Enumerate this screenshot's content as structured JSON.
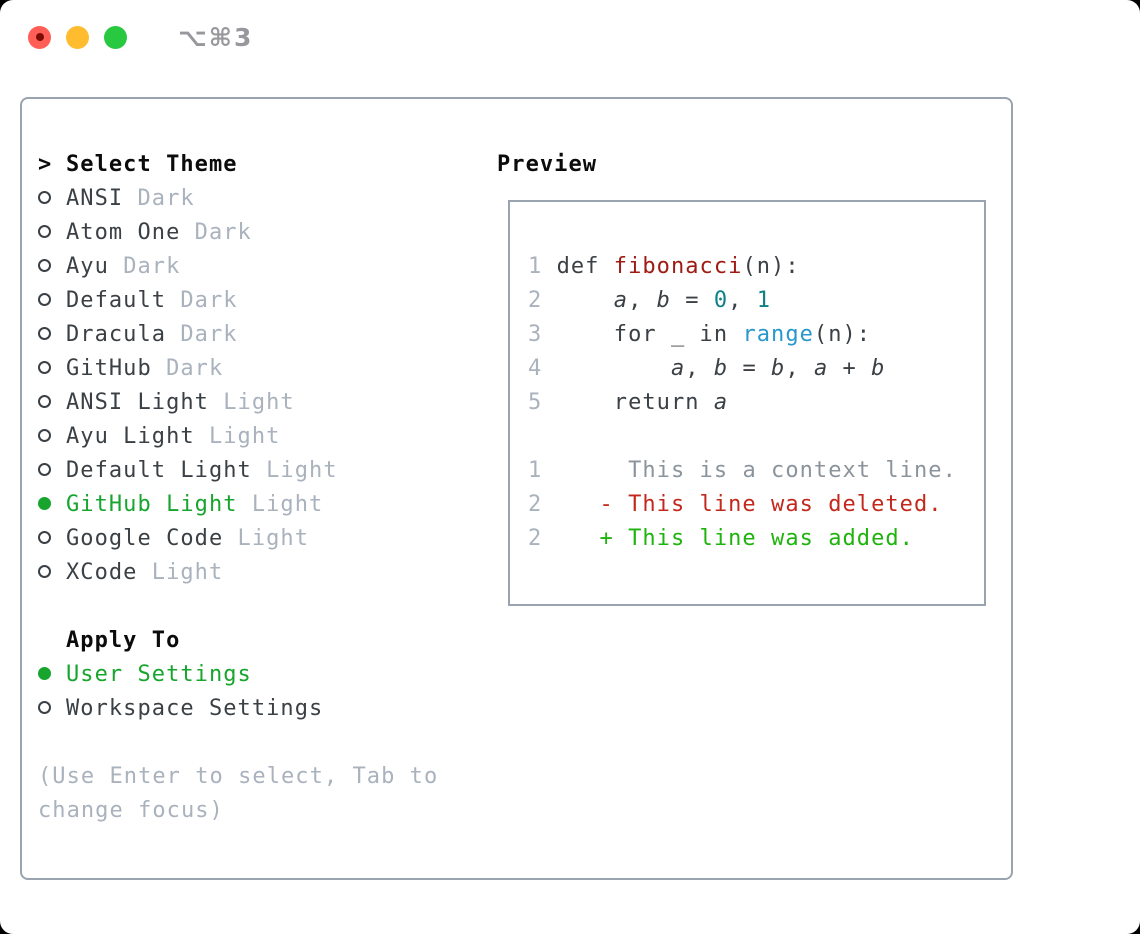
{
  "titlebar": {
    "shortcut": "⌥⌘3",
    "icons": [
      "close-traffic-light",
      "minimize-traffic-light",
      "zoom-traffic-light"
    ]
  },
  "theme_menu": {
    "prompt": ">",
    "header": "Select Theme",
    "items": [
      {
        "label": "ANSI",
        "tag": "Dark",
        "selected": false
      },
      {
        "label": "Atom One",
        "tag": "Dark",
        "selected": false
      },
      {
        "label": "Ayu",
        "tag": "Dark",
        "selected": false
      },
      {
        "label": "Default",
        "tag": "Dark",
        "selected": false
      },
      {
        "label": "Dracula",
        "tag": "Dark",
        "selected": false
      },
      {
        "label": "GitHub",
        "tag": "Dark",
        "selected": false
      },
      {
        "label": "ANSI Light",
        "tag": "Light",
        "selected": false
      },
      {
        "label": "Ayu Light",
        "tag": "Light",
        "selected": false
      },
      {
        "label": "Default Light",
        "tag": "Light",
        "selected": false
      },
      {
        "label": "GitHub Light",
        "tag": "Light",
        "selected": true
      },
      {
        "label": "Google Code",
        "tag": "Light",
        "selected": false
      },
      {
        "label": "XCode",
        "tag": "Light",
        "selected": false
      }
    ]
  },
  "apply_to": {
    "header": "Apply To",
    "items": [
      {
        "label": "User Settings",
        "selected": true
      },
      {
        "label": "Workspace Settings",
        "selected": false
      }
    ]
  },
  "help": {
    "line1": "(Use Enter to select, Tab to",
    "line2": "change focus)"
  },
  "preview": {
    "header": "Preview",
    "lines": [
      [
        {
          "t": "1 ",
          "s": "ln"
        },
        {
          "t": "def ",
          "s": "code"
        },
        {
          "t": "fibonacci",
          "s": "fn"
        },
        {
          "t": "(n):",
          "s": "code"
        }
      ],
      [
        {
          "t": "2 ",
          "s": "ln"
        },
        {
          "t": "    ",
          "s": "code"
        },
        {
          "t": "a",
          "s": "var"
        },
        {
          "t": ", ",
          "s": "code"
        },
        {
          "t": "b",
          "s": "var"
        },
        {
          "t": " = ",
          "s": "code"
        },
        {
          "t": "0",
          "s": "num"
        },
        {
          "t": ", ",
          "s": "code"
        },
        {
          "t": "1",
          "s": "num"
        }
      ],
      [
        {
          "t": "3 ",
          "s": "ln"
        },
        {
          "t": "    for _ in ",
          "s": "code"
        },
        {
          "t": "range",
          "s": "bi"
        },
        {
          "t": "(n):",
          "s": "code"
        }
      ],
      [
        {
          "t": "4 ",
          "s": "ln"
        },
        {
          "t": "        ",
          "s": "code"
        },
        {
          "t": "a",
          "s": "var"
        },
        {
          "t": ", ",
          "s": "code"
        },
        {
          "t": "b",
          "s": "var"
        },
        {
          "t": " = ",
          "s": "code"
        },
        {
          "t": "b",
          "s": "var"
        },
        {
          "t": ", ",
          "s": "code"
        },
        {
          "t": "a",
          "s": "var"
        },
        {
          "t": " + ",
          "s": "code"
        },
        {
          "t": "b",
          "s": "var"
        }
      ],
      [
        {
          "t": "5 ",
          "s": "ln"
        },
        {
          "t": "    return ",
          "s": "code"
        },
        {
          "t": "a",
          "s": "var"
        }
      ],
      [],
      [
        {
          "t": "1 ",
          "s": "ln"
        },
        {
          "t": "     ",
          "s": "code"
        },
        {
          "t": "This is a context line.",
          "s": "ctx"
        }
      ],
      [
        {
          "t": "2 ",
          "s": "ln"
        },
        {
          "t": "   ",
          "s": "code"
        },
        {
          "t": "- This line was deleted.",
          "s": "del"
        }
      ],
      [
        {
          "t": "2 ",
          "s": "ln"
        },
        {
          "t": "   ",
          "s": "code"
        },
        {
          "t": "+ This line was added.",
          "s": "add"
        }
      ]
    ]
  },
  "colors": {
    "text": "#3b4045",
    "heading": "#0b0b0b",
    "muted": "#a9b2bd",
    "green": "#17a52e",
    "border": "#9aa4b0",
    "func": "#9e1a12",
    "number": "#0e8186",
    "builtin": "#2797cc",
    "context": "#8b949c",
    "deleted": "#c3281c",
    "added": "#1eb30d",
    "tl-red": "#ff5f57",
    "tl-yellow": "#febc2e",
    "tl-green": "#28c840",
    "shortcut": "#97979c"
  }
}
